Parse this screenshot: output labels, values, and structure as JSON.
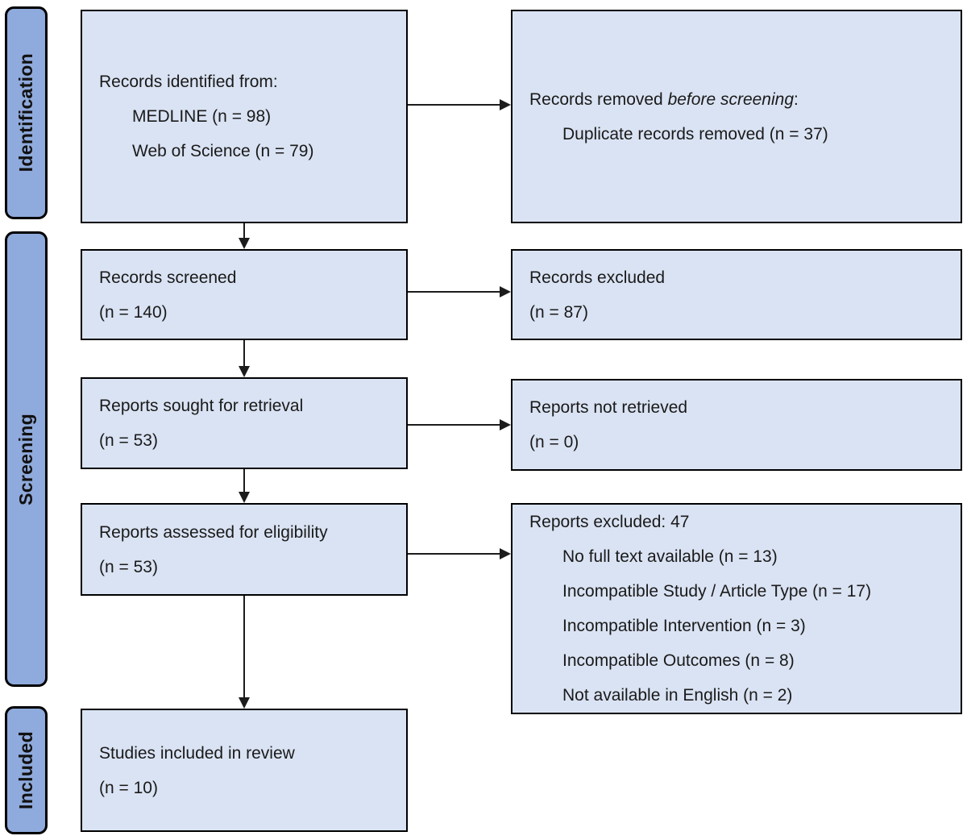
{
  "stages": [
    {
      "id": "identification",
      "label": "Identification"
    },
    {
      "id": "screening",
      "label": "Screening"
    },
    {
      "id": "included",
      "label": "Included"
    }
  ],
  "boxes": {
    "records_identified": {
      "title": "Records identified from:",
      "items": [
        "MEDLINE (n = 98)",
        "Web of Science (n = 79)"
      ]
    },
    "records_removed": {
      "title_prefix": "Records removed ",
      "title_italic": "before screening",
      "title_suffix": ":",
      "items": [
        "Duplicate records removed (n = 37)"
      ]
    },
    "records_screened": {
      "lines": [
        "Records screened",
        "(n = 140)"
      ]
    },
    "records_excluded": {
      "lines": [
        "Records excluded",
        "(n = 87)"
      ]
    },
    "reports_sought": {
      "lines": [
        "Reports sought for retrieval",
        "(n = 53)"
      ]
    },
    "reports_not_retrieved": {
      "lines": [
        "Reports not retrieved",
        "(n = 0)"
      ]
    },
    "reports_assessed": {
      "lines": [
        "Reports assessed for eligibility",
        "(n = 53)"
      ]
    },
    "reports_excluded": {
      "title": "Reports excluded: 47",
      "items": [
        "No full text available (n = 13)",
        "Incompatible Study / Article Type (n = 17)",
        "Incompatible Intervention (n = 3)",
        "Incompatible Outcomes (n = 8)",
        "Not available in English (n = 2)"
      ]
    },
    "studies_included": {
      "lines": [
        "Studies included in review",
        "(n = 10)"
      ]
    }
  },
  "colors": {
    "stage_fill": "#8FAADC",
    "box_fill": "#DAE3F3",
    "box_border": "#000000",
    "arrow": "#1c1c1c",
    "text": "#1a1a1a"
  }
}
